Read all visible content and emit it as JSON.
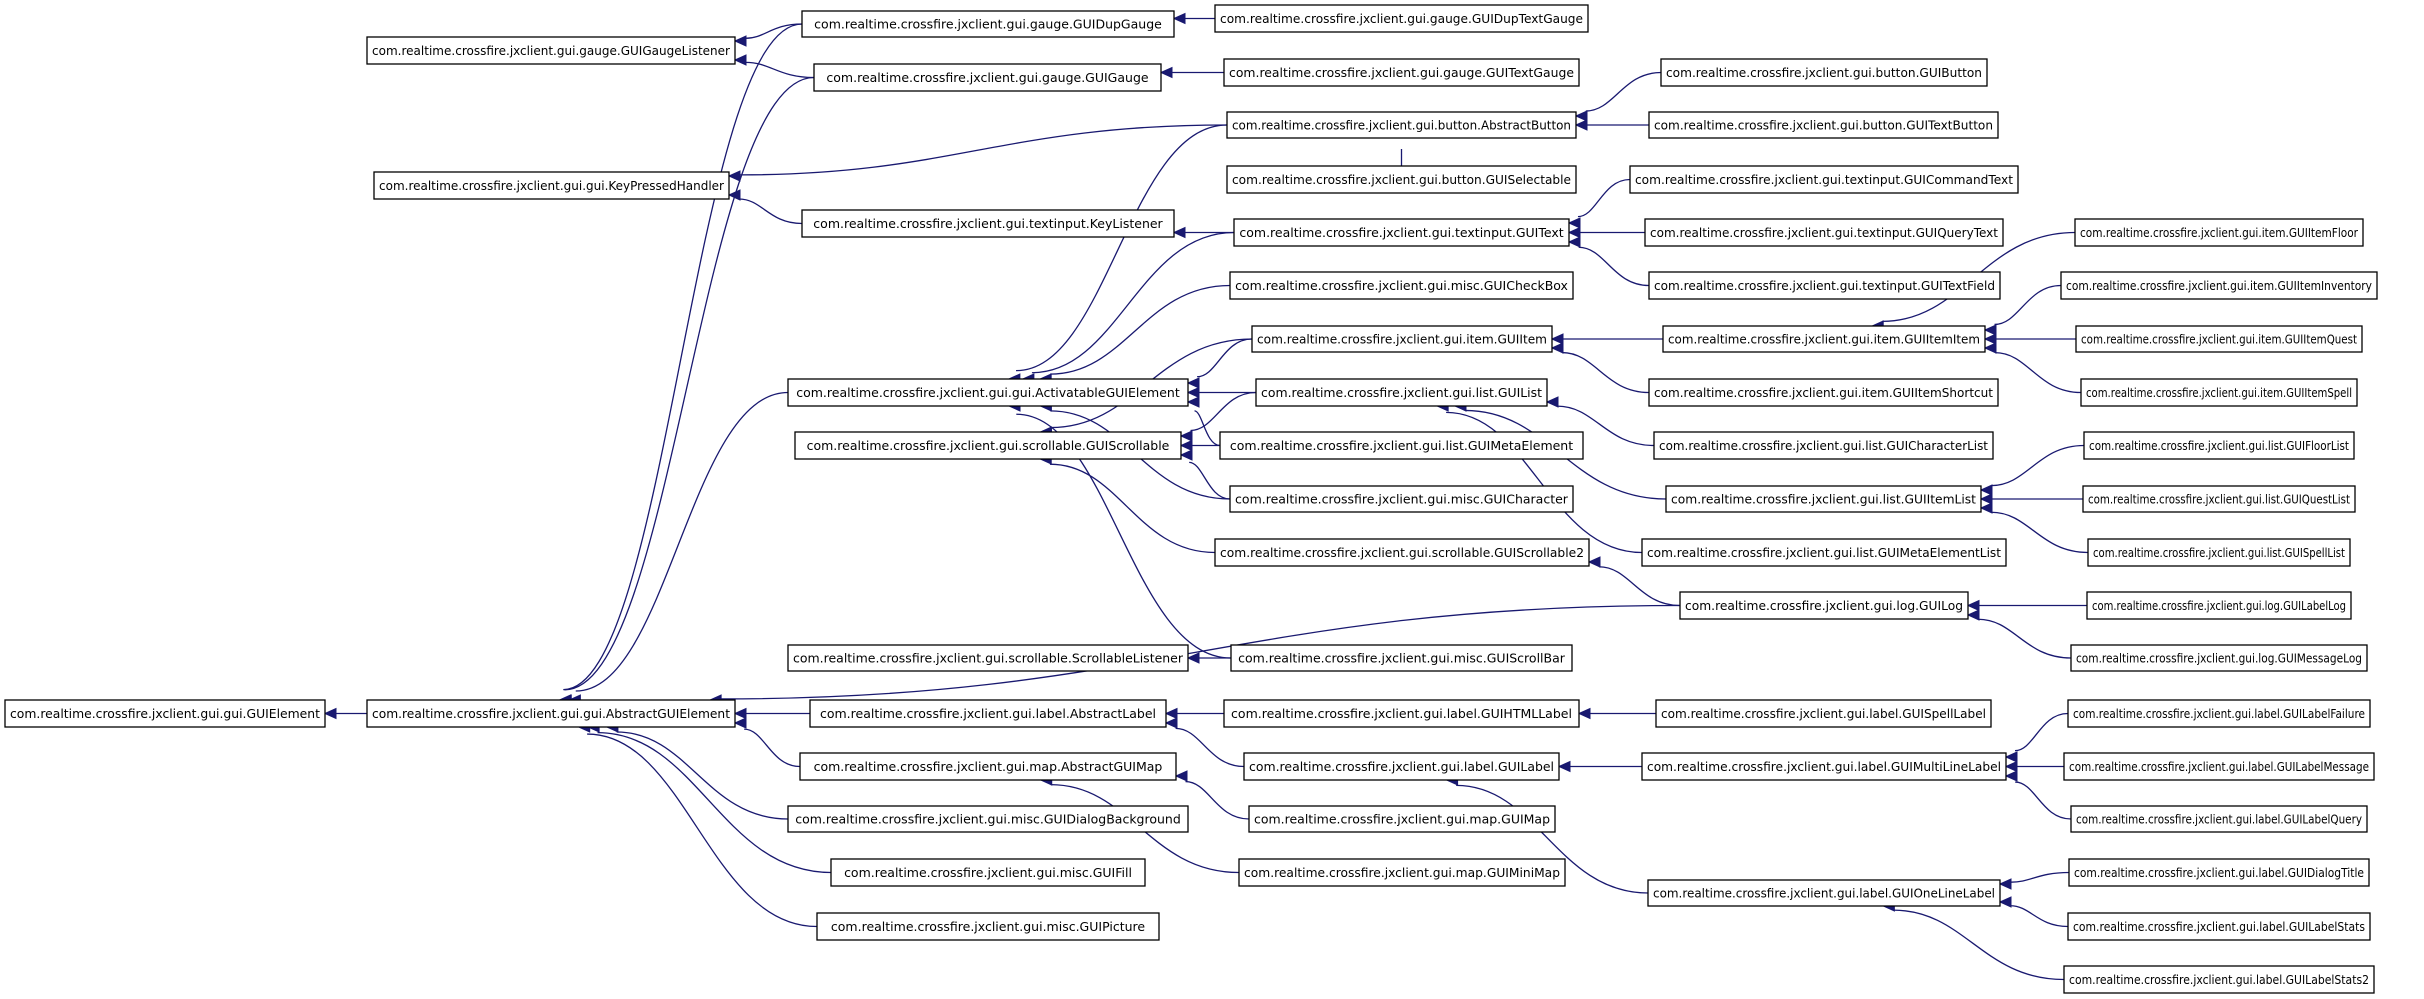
{
  "diagram": {
    "edge_color": "#191970",
    "node_border_color": "#000000",
    "nodes": [
      {
        "id": "GUIElement",
        "label": "com.realtime.crossfire.jxclient.gui.gui.GUIElement"
      },
      {
        "id": "AbstractGUIElement",
        "label": "com.realtime.crossfire.jxclient.gui.gui.AbstractGUIElement"
      },
      {
        "id": "GUIGaugeListener",
        "label": "com.realtime.crossfire.jxclient.gui.gauge.GUIGaugeListener"
      },
      {
        "id": "KeyPressedHandler",
        "label": "com.realtime.crossfire.jxclient.gui.gui.KeyPressedHandler"
      },
      {
        "id": "GUIDupGauge",
        "label": "com.realtime.crossfire.jxclient.gui.gauge.GUIDupGauge"
      },
      {
        "id": "GUIGauge",
        "label": "com.realtime.crossfire.jxclient.gui.gauge.GUIGauge"
      },
      {
        "id": "KeyListener",
        "label": "com.realtime.crossfire.jxclient.gui.textinput.KeyListener"
      },
      {
        "id": "ActivatableGUIElement",
        "label": "com.realtime.crossfire.jxclient.gui.gui.ActivatableGUIElement"
      },
      {
        "id": "GUIScrollable",
        "label": "com.realtime.crossfire.jxclient.gui.scrollable.GUIScrollable"
      },
      {
        "id": "ScrollableListener",
        "label": "com.realtime.crossfire.jxclient.gui.scrollable.ScrollableListener"
      },
      {
        "id": "AbstractLabel",
        "label": "com.realtime.crossfire.jxclient.gui.label.AbstractLabel"
      },
      {
        "id": "AbstractGUIMap",
        "label": "com.realtime.crossfire.jxclient.gui.map.AbstractGUIMap"
      },
      {
        "id": "GUIDialogBackground",
        "label": "com.realtime.crossfire.jxclient.gui.misc.GUIDialogBackground"
      },
      {
        "id": "GUIFill",
        "label": "com.realtime.crossfire.jxclient.gui.misc.GUIFill"
      },
      {
        "id": "GUIPicture",
        "label": "com.realtime.crossfire.jxclient.gui.misc.GUIPicture"
      },
      {
        "id": "GUIDupTextGauge",
        "label": "com.realtime.crossfire.jxclient.gui.gauge.GUIDupTextGauge"
      },
      {
        "id": "GUITextGauge",
        "label": "com.realtime.crossfire.jxclient.gui.gauge.GUITextGauge"
      },
      {
        "id": "AbstractButton",
        "label": "com.realtime.crossfire.jxclient.gui.button.AbstractButton"
      },
      {
        "id": "GUISelectable",
        "label": "com.realtime.crossfire.jxclient.gui.button.GUISelectable"
      },
      {
        "id": "GUIText",
        "label": "com.realtime.crossfire.jxclient.gui.textinput.GUIText"
      },
      {
        "id": "GUICheckBox",
        "label": "com.realtime.crossfire.jxclient.gui.misc.GUICheckBox"
      },
      {
        "id": "GUIItem",
        "label": "com.realtime.crossfire.jxclient.gui.item.GUIItem"
      },
      {
        "id": "GUIList",
        "label": "com.realtime.crossfire.jxclient.gui.list.GUIList"
      },
      {
        "id": "GUIMetaElement",
        "label": "com.realtime.crossfire.jxclient.gui.list.GUIMetaElement"
      },
      {
        "id": "GUICharacter",
        "label": "com.realtime.crossfire.jxclient.gui.misc.GUICharacter"
      },
      {
        "id": "GUIScrollable2",
        "label": "com.realtime.crossfire.jxclient.gui.scrollable.GUIScrollable2"
      },
      {
        "id": "GUIScrollBar",
        "label": "com.realtime.crossfire.jxclient.gui.misc.GUIScrollBar"
      },
      {
        "id": "GUIHTMLLabel",
        "label": "com.realtime.crossfire.jxclient.gui.label.GUIHTMLLabel"
      },
      {
        "id": "GUILabel",
        "label": "com.realtime.crossfire.jxclient.gui.label.GUILabel"
      },
      {
        "id": "GUIMap",
        "label": "com.realtime.crossfire.jxclient.gui.map.GUIMap"
      },
      {
        "id": "GUIMiniMap",
        "label": "com.realtime.crossfire.jxclient.gui.map.GUIMiniMap"
      },
      {
        "id": "GUIButton",
        "label": "com.realtime.crossfire.jxclient.gui.button.GUIButton"
      },
      {
        "id": "GUITextButton",
        "label": "com.realtime.crossfire.jxclient.gui.button.GUITextButton"
      },
      {
        "id": "GUICommandText",
        "label": "com.realtime.crossfire.jxclient.gui.textinput.GUICommandText"
      },
      {
        "id": "GUIQueryText",
        "label": "com.realtime.crossfire.jxclient.gui.textinput.GUIQueryText"
      },
      {
        "id": "GUITextField",
        "label": "com.realtime.crossfire.jxclient.gui.textinput.GUITextField"
      },
      {
        "id": "GUIItemItem",
        "label": "com.realtime.crossfire.jxclient.gui.item.GUIItemItem"
      },
      {
        "id": "GUIItemShortcut",
        "label": "com.realtime.crossfire.jxclient.gui.item.GUIItemShortcut"
      },
      {
        "id": "GUICharacterList",
        "label": "com.realtime.crossfire.jxclient.gui.list.GUICharacterList"
      },
      {
        "id": "GUIItemList",
        "label": "com.realtime.crossfire.jxclient.gui.list.GUIItemList"
      },
      {
        "id": "GUIMetaElementList",
        "label": "com.realtime.crossfire.jxclient.gui.list.GUIMetaElementList"
      },
      {
        "id": "GUILog",
        "label": "com.realtime.crossfire.jxclient.gui.log.GUILog"
      },
      {
        "id": "GUISpellLabel",
        "label": "com.realtime.crossfire.jxclient.gui.label.GUISpellLabel"
      },
      {
        "id": "GUIMultiLineLabel",
        "label": "com.realtime.crossfire.jxclient.gui.label.GUIMultiLineLabel"
      },
      {
        "id": "GUIOneLineLabel",
        "label": "com.realtime.crossfire.jxclient.gui.label.GUIOneLineLabel"
      },
      {
        "id": "GUIItemFloor",
        "label": "com.realtime.crossfire.jxclient.gui.item.GUIItemFloor"
      },
      {
        "id": "GUIItemInventory",
        "label": "com.realtime.crossfire.jxclient.gui.item.GUIItemInventory"
      },
      {
        "id": "GUIItemQuest",
        "label": "com.realtime.crossfire.jxclient.gui.item.GUIItemQuest"
      },
      {
        "id": "GUIItemSpell",
        "label": "com.realtime.crossfire.jxclient.gui.item.GUIItemSpell"
      },
      {
        "id": "GUIFloorList",
        "label": "com.realtime.crossfire.jxclient.gui.list.GUIFloorList"
      },
      {
        "id": "GUIQuestList",
        "label": "com.realtime.crossfire.jxclient.gui.list.GUIQuestList"
      },
      {
        "id": "GUISpellList",
        "label": "com.realtime.crossfire.jxclient.gui.list.GUISpellList"
      },
      {
        "id": "GUILabelLog",
        "label": "com.realtime.crossfire.jxclient.gui.log.GUILabelLog"
      },
      {
        "id": "GUIMessageLog",
        "label": "com.realtime.crossfire.jxclient.gui.log.GUIMessageLog"
      },
      {
        "id": "GUILabelFailure",
        "label": "com.realtime.crossfire.jxclient.gui.label.GUILabelFailure"
      },
      {
        "id": "GUILabelMessage",
        "label": "com.realtime.crossfire.jxclient.gui.label.GUILabelMessage"
      },
      {
        "id": "GUILabelQuery",
        "label": "com.realtime.crossfire.jxclient.gui.label.GUILabelQuery"
      },
      {
        "id": "GUIDialogTitle",
        "label": "com.realtime.crossfire.jxclient.gui.label.GUIDialogTitle"
      },
      {
        "id": "GUILabelStats",
        "label": "com.realtime.crossfire.jxclient.gui.label.GUILabelStats"
      },
      {
        "id": "GUILabelStats2",
        "label": "com.realtime.crossfire.jxclient.gui.label.GUILabelStats2"
      }
    ],
    "edges": [
      {
        "from": "AbstractGUIElement",
        "to": "GUIElement"
      },
      {
        "from": "GUIDupGauge",
        "to": "GUIGaugeListener"
      },
      {
        "from": "GUIGauge",
        "to": "GUIGaugeListener"
      },
      {
        "from": "AbstractButton",
        "to": "KeyPressedHandler"
      },
      {
        "from": "KeyListener",
        "to": "KeyPressedHandler"
      },
      {
        "from": "GUIDupGauge",
        "to": "AbstractGUIElement"
      },
      {
        "from": "GUIGauge",
        "to": "AbstractGUIElement"
      },
      {
        "from": "ActivatableGUIElement",
        "to": "AbstractGUIElement"
      },
      {
        "from": "GUILog",
        "to": "AbstractGUIElement"
      },
      {
        "from": "AbstractLabel",
        "to": "AbstractGUIElement"
      },
      {
        "from": "AbstractGUIMap",
        "to": "AbstractGUIElement"
      },
      {
        "from": "GUIDialogBackground",
        "to": "AbstractGUIElement"
      },
      {
        "from": "GUIFill",
        "to": "AbstractGUIElement"
      },
      {
        "from": "GUIPicture",
        "to": "AbstractGUIElement"
      },
      {
        "from": "GUIDupTextGauge",
        "to": "GUIDupGauge"
      },
      {
        "from": "GUITextGauge",
        "to": "GUIGauge"
      },
      {
        "from": "GUIText",
        "to": "KeyListener"
      },
      {
        "from": "AbstractButton",
        "to": "ActivatableGUIElement"
      },
      {
        "from": "GUIText",
        "to": "ActivatableGUIElement"
      },
      {
        "from": "GUICheckBox",
        "to": "ActivatableGUIElement"
      },
      {
        "from": "GUIItem",
        "to": "ActivatableGUIElement"
      },
      {
        "from": "GUIList",
        "to": "ActivatableGUIElement"
      },
      {
        "from": "GUIMetaElement",
        "to": "ActivatableGUIElement"
      },
      {
        "from": "GUICharacter",
        "to": "ActivatableGUIElement"
      },
      {
        "from": "GUIScrollBar",
        "to": "ActivatableGUIElement"
      },
      {
        "from": "GUIItem",
        "to": "GUIScrollable"
      },
      {
        "from": "GUIList",
        "to": "GUIScrollable"
      },
      {
        "from": "GUIMetaElement",
        "to": "GUIScrollable"
      },
      {
        "from": "GUICharacter",
        "to": "GUIScrollable"
      },
      {
        "from": "GUIScrollable2",
        "to": "GUIScrollable"
      },
      {
        "from": "GUIScrollBar",
        "to": "ScrollableListener"
      },
      {
        "from": "GUIHTMLLabel",
        "to": "AbstractLabel"
      },
      {
        "from": "GUILabel",
        "to": "AbstractLabel"
      },
      {
        "from": "GUIMap",
        "to": "AbstractGUIMap"
      },
      {
        "from": "GUIMiniMap",
        "to": "AbstractGUIMap"
      },
      {
        "from": "GUIButton",
        "to": "AbstractButton"
      },
      {
        "from": "GUITextButton",
        "to": "AbstractButton"
      },
      {
        "from": "GUISelectable",
        "to": "AbstractButton"
      },
      {
        "from": "GUICommandText",
        "to": "GUIText"
      },
      {
        "from": "GUIQueryText",
        "to": "GUIText"
      },
      {
        "from": "GUITextField",
        "to": "GUIText"
      },
      {
        "from": "GUIItemItem",
        "to": "GUIItem"
      },
      {
        "from": "GUIItemShortcut",
        "to": "GUIItem"
      },
      {
        "from": "GUICharacterList",
        "to": "GUIList"
      },
      {
        "from": "GUIItemList",
        "to": "GUIList"
      },
      {
        "from": "GUIMetaElementList",
        "to": "GUIList"
      },
      {
        "from": "GUILog",
        "to": "GUIScrollable2"
      },
      {
        "from": "GUISpellLabel",
        "to": "GUIHTMLLabel"
      },
      {
        "from": "GUIMultiLineLabel",
        "to": "GUILabel"
      },
      {
        "from": "GUIOneLineLabel",
        "to": "GUILabel"
      },
      {
        "from": "GUIItemFloor",
        "to": "GUIItemItem"
      },
      {
        "from": "GUIItemInventory",
        "to": "GUIItemItem"
      },
      {
        "from": "GUIItemQuest",
        "to": "GUIItemItem"
      },
      {
        "from": "GUIItemSpell",
        "to": "GUIItemItem"
      },
      {
        "from": "GUIFloorList",
        "to": "GUIItemList"
      },
      {
        "from": "GUIQuestList",
        "to": "GUIItemList"
      },
      {
        "from": "GUISpellList",
        "to": "GUIItemList"
      },
      {
        "from": "GUILabelLog",
        "to": "GUILog"
      },
      {
        "from": "GUIMessageLog",
        "to": "GUILog"
      },
      {
        "from": "GUILabelFailure",
        "to": "GUIMultiLineLabel"
      },
      {
        "from": "GUILabelMessage",
        "to": "GUIMultiLineLabel"
      },
      {
        "from": "GUILabelQuery",
        "to": "GUIMultiLineLabel"
      },
      {
        "from": "GUIDialogTitle",
        "to": "GUIOneLineLabel"
      },
      {
        "from": "GUILabelStats",
        "to": "GUIOneLineLabel"
      },
      {
        "from": "GUILabelStats2",
        "to": "GUIOneLineLabel"
      }
    ]
  }
}
